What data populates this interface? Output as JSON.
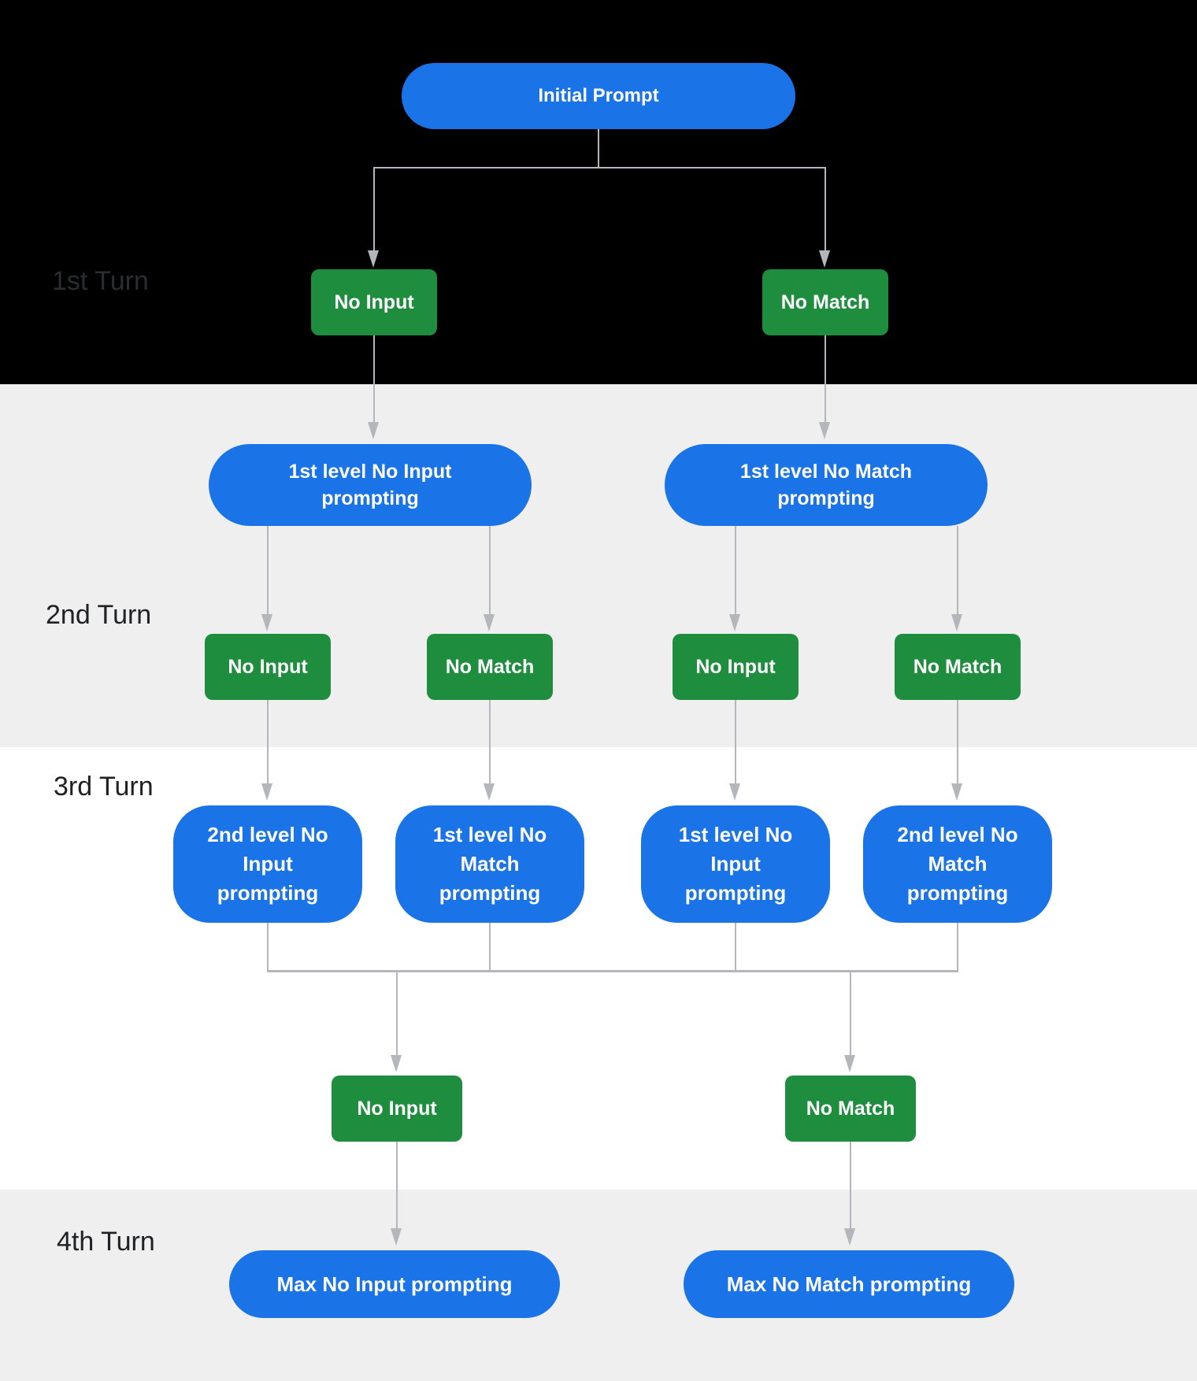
{
  "colors": {
    "node_blue": "#1b73e8",
    "node_green": "#1e8e3e",
    "connector_gray": "#b3b6ba",
    "background_dark": "#000000",
    "background_gray": "#efeff0",
    "background_white": "#ffffff",
    "label_text": "#202124",
    "label_text_on_dark": "#2a2d31",
    "node_text": "#ffffff"
  },
  "turn_labels": {
    "turn1": "1st Turn",
    "turn2": "2nd Turn",
    "turn3": "3rd Turn",
    "turn4": "4th Turn"
  },
  "nodes": {
    "initial_prompt": "Initial Prompt",
    "turn1": {
      "no_input": "No Input",
      "no_match": "No Match"
    },
    "turn2": {
      "no_input_prompting": {
        "line1": "1st level No Input",
        "line2": "prompting"
      },
      "no_match_prompting": {
        "line1": "1st level No Match",
        "line2": "prompting"
      },
      "left_no_input": "No Input",
      "left_no_match": "No Match",
      "right_no_input": "No Input",
      "right_no_match": "No Match"
    },
    "turn3": {
      "box1": {
        "line1": "2nd level No",
        "line2": "Input",
        "line3": "prompting"
      },
      "box2": {
        "line1": "1st level No",
        "line2": "Match",
        "line3": "prompting"
      },
      "box3": {
        "line1": "1st level No",
        "line2": "Input",
        "line3": "prompting"
      },
      "box4": {
        "line1": "2nd level No",
        "line2": "Match",
        "line3": "prompting"
      },
      "no_input": "No Input",
      "no_match": "No Match"
    },
    "turn4": {
      "max_no_input": "Max No Input prompting",
      "max_no_match": "Max No Match prompting"
    }
  }
}
